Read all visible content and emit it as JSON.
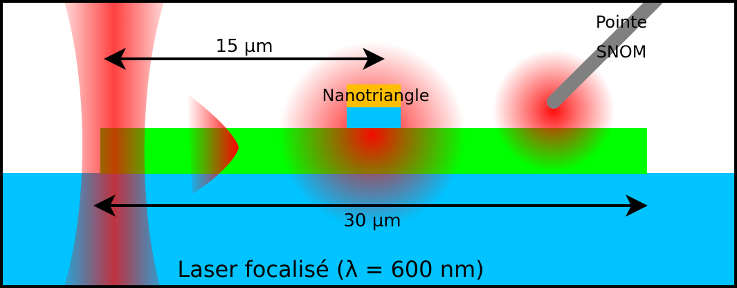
{
  "labels": {
    "arrow_top": "15 µm",
    "arrow_bottom": "30 µm",
    "nanotriangle": "Nanotriangle",
    "tip_line1": "Pointe",
    "tip_line2": "SNOM",
    "laser": "Laser focalisé (λ = 600 nm)"
  },
  "colors": {
    "substrate": "#00c3ff",
    "waveguide": "#00ff00",
    "nanotriangle_top": "#ffbf00",
    "nanotriangle_bottom": "#00c3ff",
    "field": "#ff0000",
    "tip": "#808080",
    "frame": "#000000"
  }
}
